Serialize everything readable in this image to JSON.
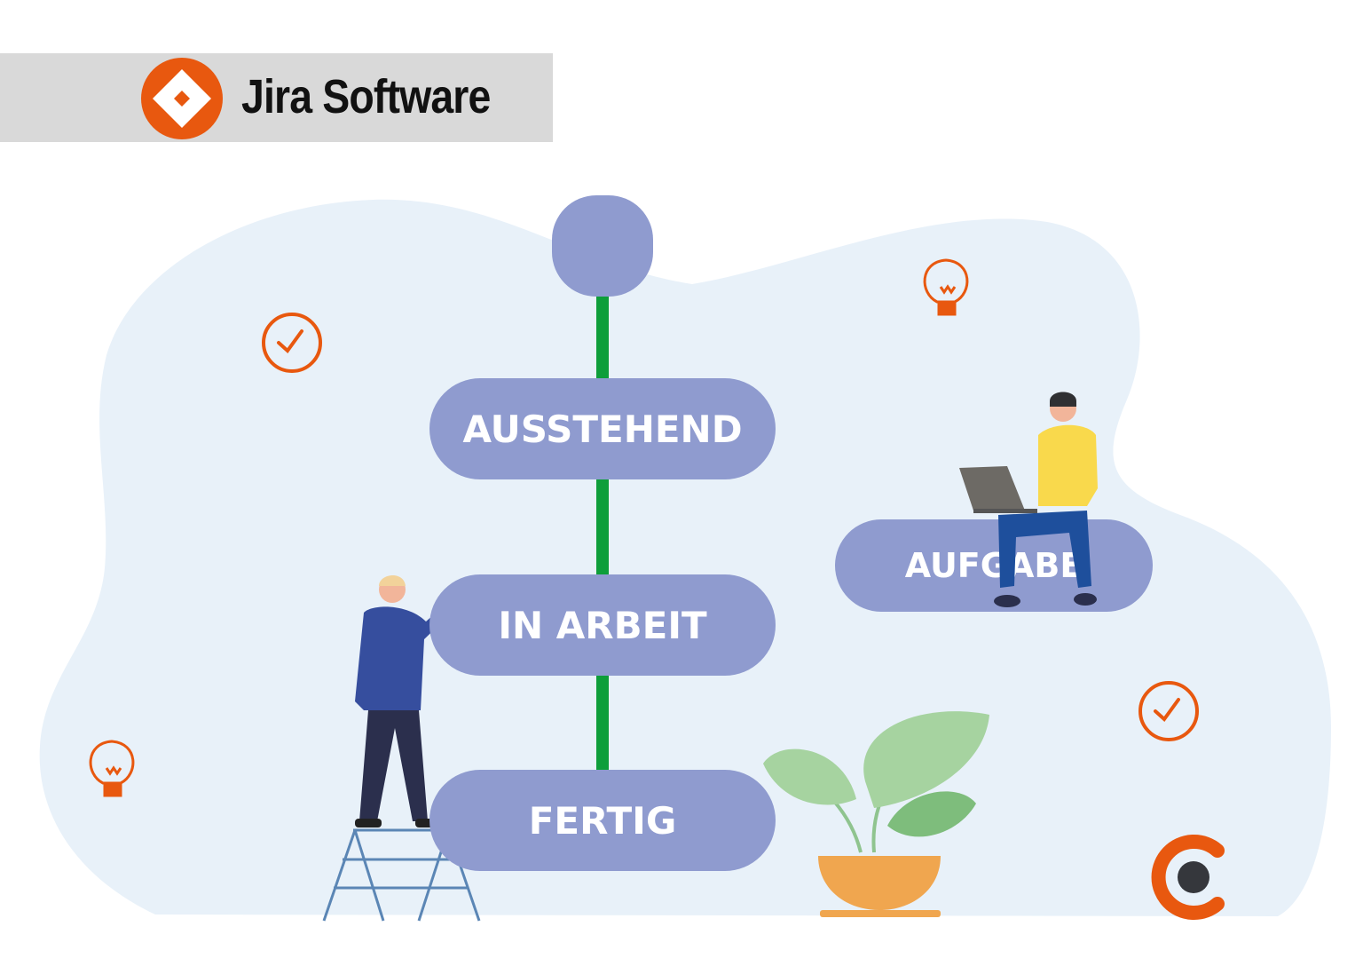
{
  "header": {
    "brand_name": "Jira Software",
    "logo_icon": "jira-diamond-logo"
  },
  "workflow": {
    "statuses": [
      {
        "label": "AUSSTEHEND"
      },
      {
        "label": "IN ARBEIT"
      },
      {
        "label": "FERTIG"
      }
    ],
    "side_status": {
      "label": "AUFGABE"
    }
  },
  "colors": {
    "accent": "#e8580f",
    "pill": "#8f9bcf",
    "connector": "#0e9e3a",
    "background_blob": "#e8f1f9",
    "header_bg": "#d9d9d9"
  },
  "decor_icons": [
    "check-circle-icon",
    "lightbulb-icon",
    "company-c-logo"
  ]
}
